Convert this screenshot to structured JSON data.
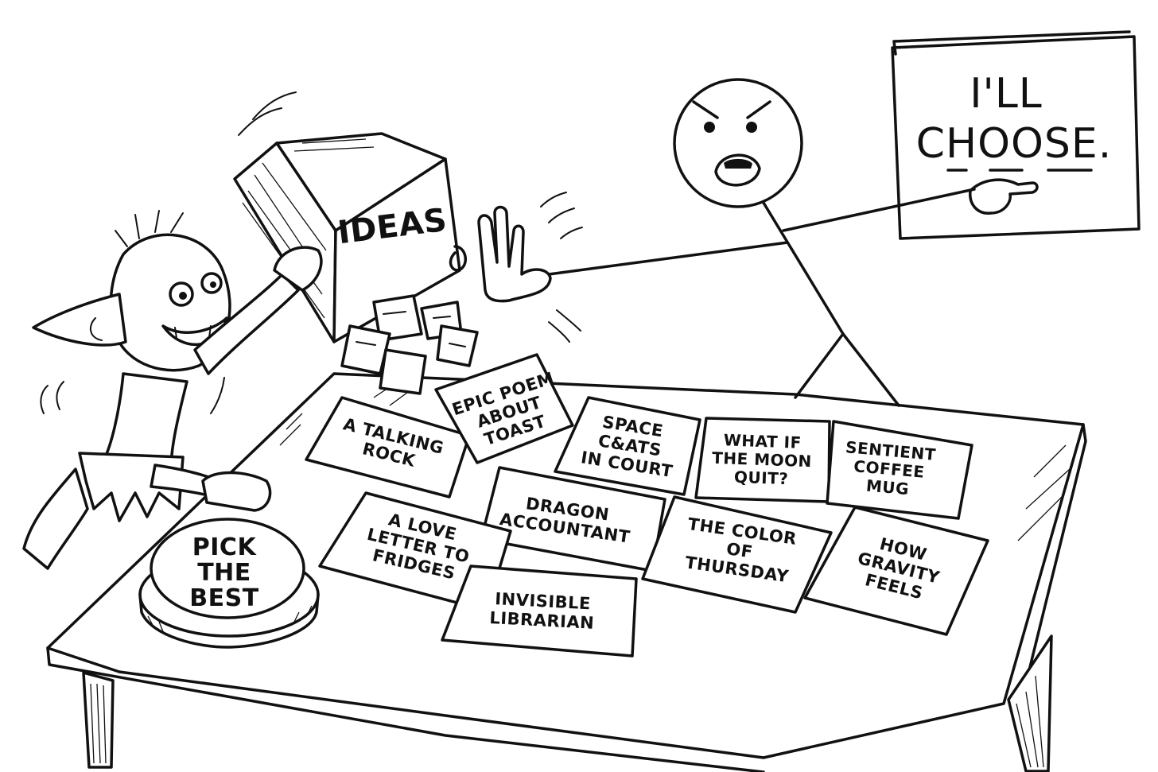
{
  "sign": {
    "line1": "I'LL",
    "line2": "CHOOSE."
  },
  "box": {
    "label": "IDEAS"
  },
  "button": {
    "line1": "PICK",
    "line2": "THE",
    "line3": "BEST"
  },
  "cards": [
    {
      "id": "talking-rock",
      "lines": [
        "A TALKING",
        "ROCK"
      ]
    },
    {
      "id": "epic-poem",
      "lines": [
        "EPIC POEM",
        "ABOUT",
        "TOAST"
      ]
    },
    {
      "id": "space-cats",
      "lines": [
        "SPACE",
        "C&ATS",
        "IN COURT"
      ]
    },
    {
      "id": "moon-quit",
      "lines": [
        "WHAT IF",
        "THE MOON",
        "QUIT?"
      ]
    },
    {
      "id": "coffee-mug",
      "lines": [
        "SENTIENT",
        "COFFEE",
        "MUG"
      ]
    },
    {
      "id": "dragon",
      "lines": [
        "DRAGON",
        "ACCOUNTANT"
      ]
    },
    {
      "id": "love-letter",
      "lines": [
        "A LOVE",
        "LETTER TO",
        "FRIDGES"
      ]
    },
    {
      "id": "color-thursday",
      "lines": [
        "THE COLOR",
        "OF",
        "THURSDAY"
      ]
    },
    {
      "id": "gravity",
      "lines": [
        "HOW",
        "GRAVITY",
        "FEELS"
      ]
    },
    {
      "id": "librarian",
      "lines": [
        "INVISIBLE",
        "LIBRARIAN"
      ]
    }
  ]
}
